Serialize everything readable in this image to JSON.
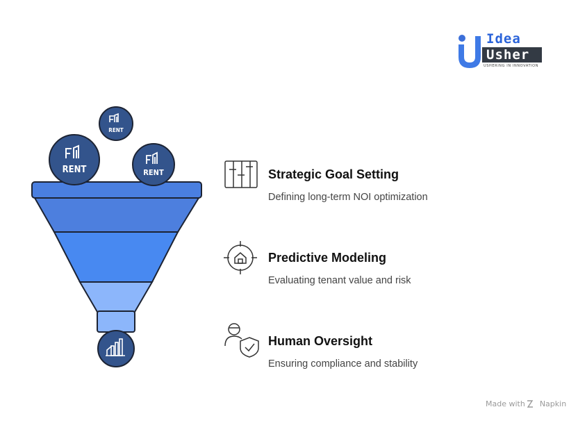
{
  "logo": {
    "line1": "Idea",
    "line2": "Usher",
    "tagline": "USHERING IN INNOVATION"
  },
  "funnel": {
    "input_badges": [
      {
        "label": "RENT",
        "icon": "rent-building-icon"
      },
      {
        "label": "RENT",
        "icon": "rent-building-icon"
      },
      {
        "label": "RENT",
        "icon": "rent-building-icon"
      }
    ],
    "output_icon": "growth-chart-icon",
    "colors": {
      "rim": "#4a7fe0",
      "tier1": "#4d7fde",
      "tier2": "#4889f1",
      "tier3": "#8cb6fb",
      "spout": "#8cb6fb",
      "badge": "#33548c",
      "outline": "#1c2333"
    }
  },
  "steps": [
    {
      "title": "Strategic Goal Setting",
      "description": "Defining long-term NOI optimization",
      "icon": "strategy-board-icon"
    },
    {
      "title": "Predictive Modeling",
      "description": "Evaluating tenant value and risk",
      "icon": "target-house-icon"
    },
    {
      "title": "Human Oversight",
      "description": "Ensuring compliance and stability",
      "icon": "person-shield-icon"
    }
  ],
  "footer": {
    "made_with": "Made with",
    "brand": "Napkin"
  }
}
